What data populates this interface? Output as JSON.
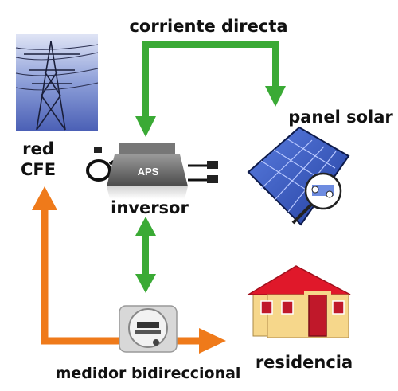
{
  "labels": {
    "top": "corriente directa",
    "solar": "panel solar",
    "grid_line1": "red",
    "grid_line2": "CFE",
    "inverter": "inversor",
    "meter": "medidor bidireccional",
    "house": "residencia",
    "inverter_brand": "APS"
  },
  "colors": {
    "dc_arrow": "#3aaa35",
    "ac_arrow": "#ef7a1a",
    "roof": "#e0182a",
    "house_wall": "#f6d78b",
    "door": "#c0182a",
    "panel": "#3a5fc8",
    "sky": "#8fa3d8"
  },
  "icons": {
    "grid": "power-tower-photo-icon",
    "inverter": "microinverter-icon",
    "solar": "solar-panel-icon",
    "meter": "electric-meter-icon",
    "house": "house-icon"
  }
}
